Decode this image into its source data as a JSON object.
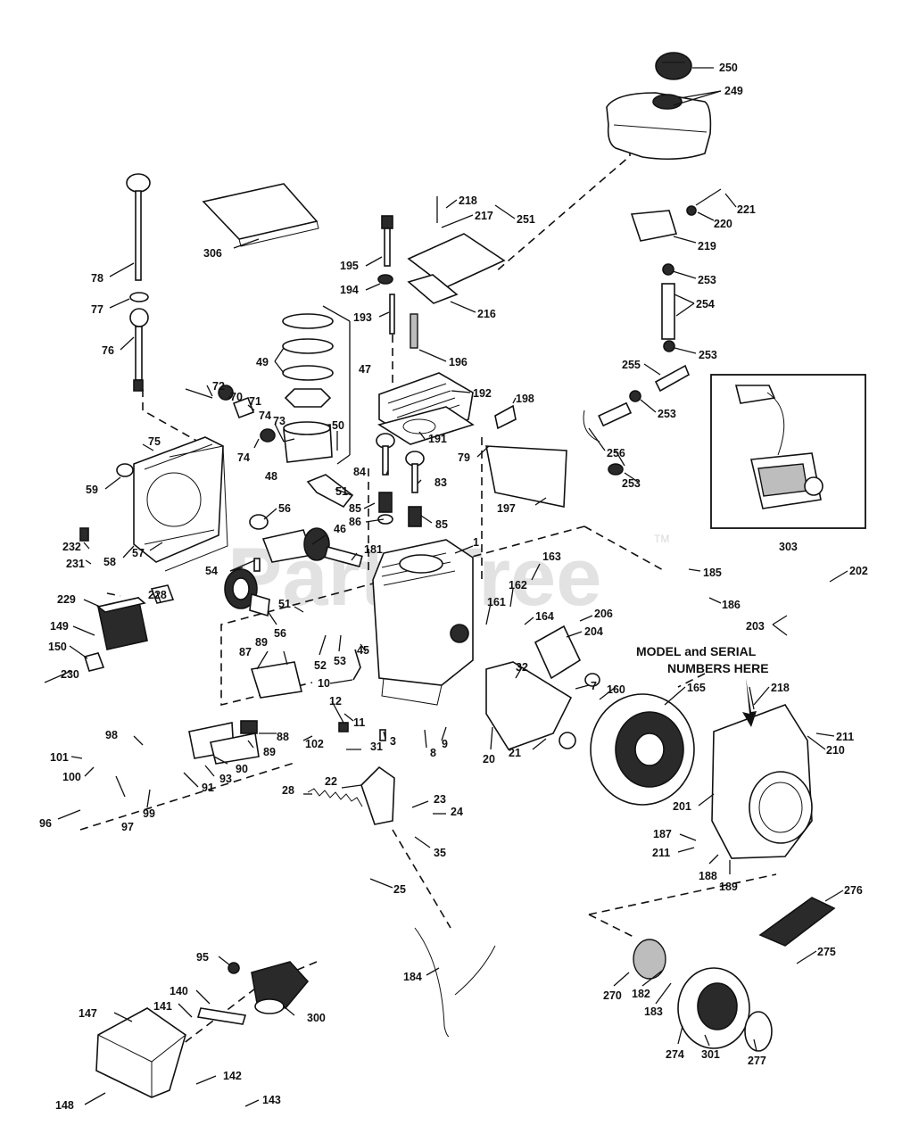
{
  "watermark": {
    "text": "PartsTree",
    "tm": "TM"
  },
  "callout": {
    "line1": "MODEL and SERIAL",
    "line2": "NUMBERS HERE"
  },
  "labels": {
    "l250": "250",
    "l249": "249",
    "l221": "221",
    "l220": "220",
    "l219": "219",
    "l253a": "253",
    "l254": "254",
    "l253b": "253",
    "l255": "255",
    "l253c": "253",
    "l256": "256",
    "l253d": "253",
    "l218a": "218",
    "l217": "217",
    "l251": "251",
    "l216": "216",
    "l195": "195",
    "l194": "194",
    "l193": "193",
    "l196": "196",
    "l192": "192",
    "l191": "191",
    "l198": "198",
    "l79": "79",
    "l197": "197",
    "l306": "306",
    "l78": "78",
    "l77": "77",
    "l76": "76",
    "l49": "49",
    "l47": "47",
    "l72": "72",
    "l70": "70",
    "l71": "71",
    "l74a": "74",
    "l73": "73",
    "l74b": "74",
    "l50": "50",
    "l48": "48",
    "l75": "75",
    "l59": "59",
    "l58": "58",
    "l57": "57",
    "l84": "84",
    "l83": "83",
    "l51a": "51",
    "l85a": "85",
    "l86": "86",
    "l85b": "85",
    "l56a": "56",
    "l46": "46",
    "l181": "181",
    "l1": "1",
    "l54": "54",
    "l232": "232",
    "l231": "231",
    "l229": "229",
    "l228": "228",
    "l149": "149",
    "l150": "150",
    "l230": "230",
    "l51b": "51",
    "l56b": "56",
    "l52": "52",
    "l53": "53",
    "l45": "45",
    "l163": "163",
    "l162": "162",
    "l161": "161",
    "l164": "164",
    "l206": "206",
    "l204": "204",
    "l185": "185",
    "l186": "186",
    "l202": "202",
    "l203": "203",
    "l303": "303",
    "l87": "87",
    "l89a": "89",
    "l10": "10",
    "l12": "12",
    "l11": "11",
    "l3": "3",
    "l32": "32",
    "l7": "7",
    "l160": "160",
    "l165": "165",
    "l218b": "218",
    "l211a": "211",
    "l210": "210",
    "l98": "98",
    "l88": "88",
    "l89b": "89",
    "l102": "102",
    "l101": "101",
    "l100": "100",
    "l90": "90",
    "l93": "93",
    "l91": "91",
    "l97": "97",
    "l99": "99",
    "l96": "96",
    "l8": "8",
    "l9": "9",
    "l31": "31",
    "l20": "20",
    "l21": "21",
    "l22": "22",
    "l28": "28",
    "l23": "23",
    "l24": "24",
    "l35": "35",
    "l201": "201",
    "l187": "187",
    "l211b": "211",
    "l188": "188",
    "l189": "189",
    "l25": "25",
    "l276": "276",
    "l275": "275",
    "l184": "184",
    "l270": "270",
    "l182": "182",
    "l183": "183",
    "l274": "274",
    "l301": "301",
    "l277": "277",
    "l95": "95",
    "l140": "140",
    "l141": "141",
    "l147": "147",
    "l300": "300",
    "l142": "142",
    "l148": "148",
    "l143": "143"
  }
}
